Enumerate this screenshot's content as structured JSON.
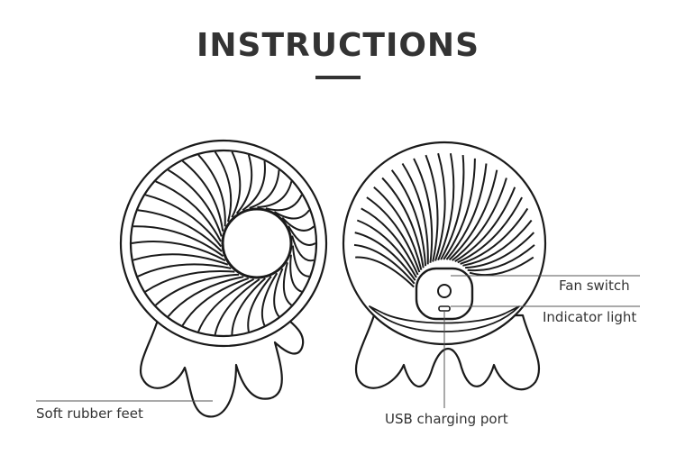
{
  "header": {
    "title": "INSTRUCTIONS"
  },
  "callouts": {
    "soft_feet": "Soft rubber feet",
    "fan_switch": "Fan switch",
    "indicator_light": "Indicator light",
    "usb_port": "USB charging port"
  },
  "colors": {
    "line": "#1a1a1a",
    "text": "#333333",
    "background": "#ffffff"
  },
  "icons": [
    "fan-front-illustration",
    "fan-back-illustration"
  ]
}
